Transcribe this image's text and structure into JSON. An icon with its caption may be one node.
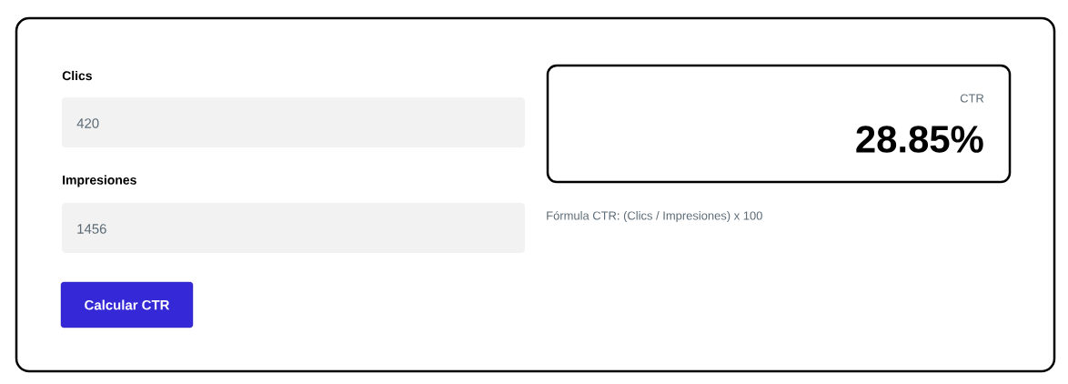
{
  "diagram": {
    "nodes": [
      {
        "text": [],
        "shape": "box"
      },
      {
        "text": [
          "Clics",
          "420"
        ],
        "in": 0
      },
      {
        "text": [
          "Impresiones",
          "1456"
        ],
        "in": 0
      },
      {
        "text": [
          "Calcular CTR"
        ],
        "in": 0
      },
      {
        "text": [
          "CTR",
          "28.85%"
        ],
        "in": 0
      }
    ],
    "labels": [
      "Fórmula CTR: (Clics / Impresiones) x 100"
    ]
  }
}
